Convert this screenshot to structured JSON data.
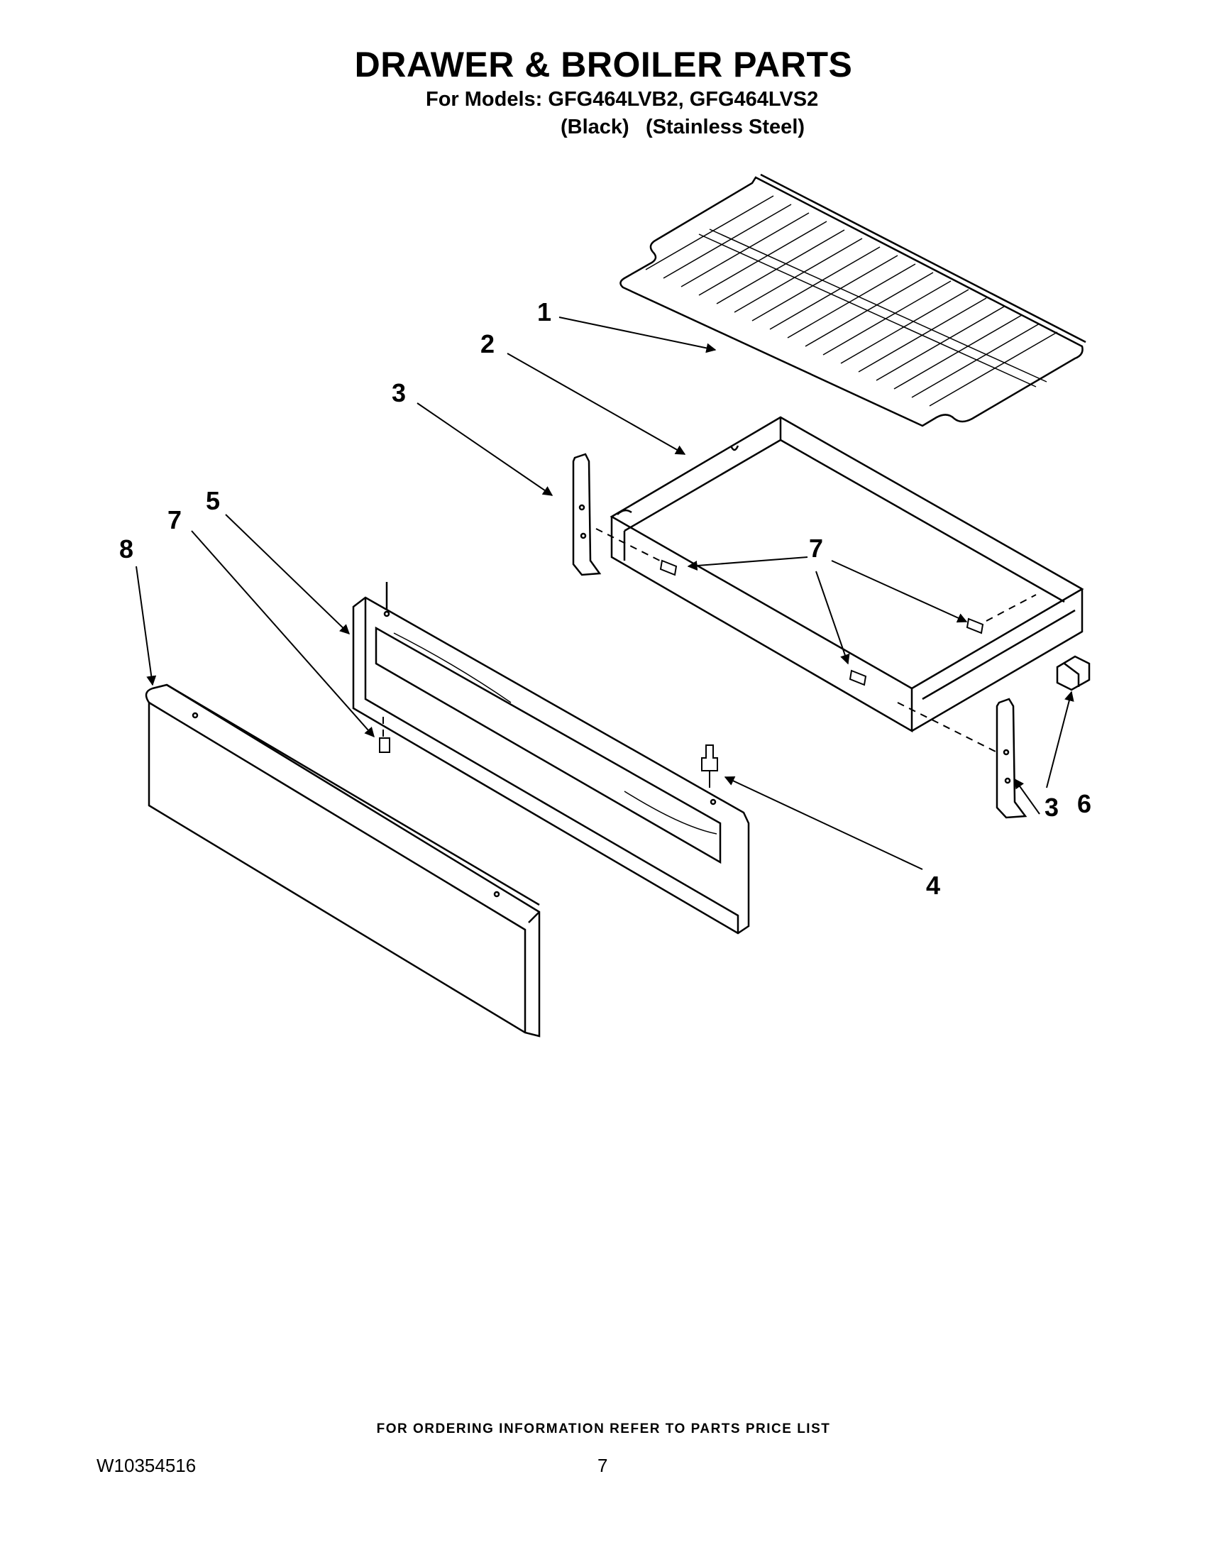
{
  "header": {
    "title": "DRAWER & BROILER PARTS",
    "models": "For Models: GFG464LVB2, GFG464LVS2",
    "variant_black": "(Black)",
    "variant_stainless": "(Stainless Steel)"
  },
  "callouts": {
    "c1": "1",
    "c2": "2",
    "c3_left": "3",
    "c3_right": "3",
    "c4": "4",
    "c5": "5",
    "c6": "6",
    "c7_left": "7",
    "c7_right": "7",
    "c8": "8"
  },
  "footer": {
    "ordering_note": "FOR ORDERING INFORMATION REFER TO PARTS PRICE LIST",
    "doc_number": "W10354516",
    "page_number": "7"
  }
}
